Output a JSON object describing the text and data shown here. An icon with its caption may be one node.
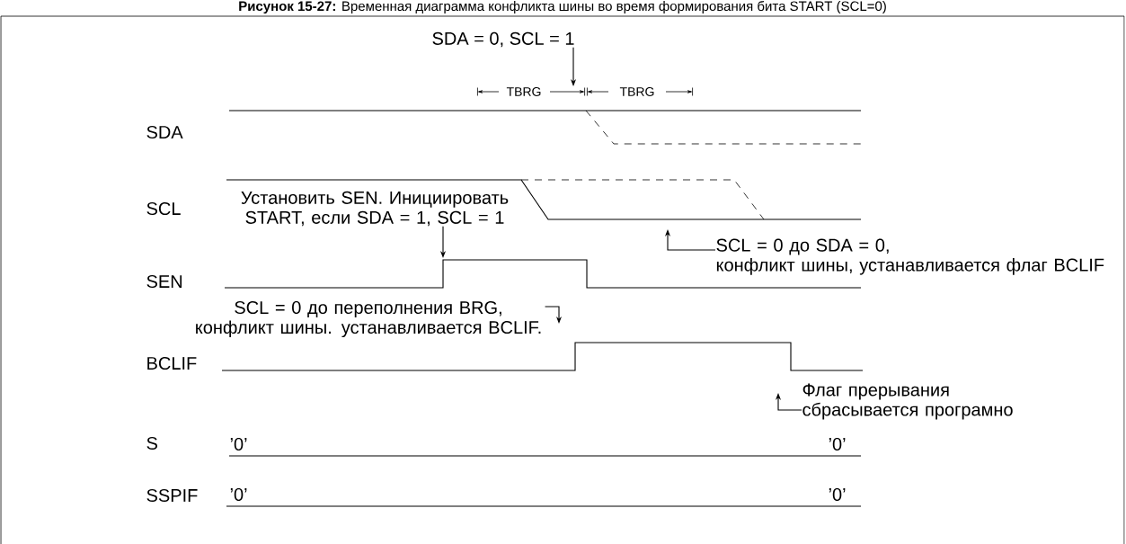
{
  "diagram": {
    "title": "**Рисунок 15-27:** Временная диаграмма конфликта шины во время формирования бита START (SCL=0)",
    "nodes": [
      {
        "text": [
          "SDA = 0, SCL = 1"
        ]
      },
      {
        "text": [
          "Установить SEN. Инициировать START, если SDA = 1, SCL = 1"
        ]
      },
      {
        "text": [
          "SCL = 0 до SDA = 0, конфликт шины, устанавливается флаг BCLIF"
        ]
      },
      {
        "text": [
          "SCL = 0 до переполнения BRG, конфликт шины. устанавливается BCLIF."
        ]
      },
      {
        "text": [
          "Флаг прерывания сбрасывается програмно"
        ]
      }
    ],
    "edges": [
      {
        "from": 0,
        "to": null,
        "arrow": "to"
      },
      {
        "from": 1,
        "to": null,
        "arrow": "to"
      },
      {
        "from": 2,
        "to": null,
        "arrow": "to"
      },
      {
        "from": 3,
        "to": null,
        "arrow": "to"
      },
      {
        "from": 4,
        "to": null,
        "arrow": "to"
      }
    ],
    "labels": [
      "TBRG",
      "TBRG",
      "SDA",
      "SCL",
      "SEN",
      "BCLIF",
      "S",
      "’0’",
      "’0’",
      "SSPIF",
      "’0’",
      "’0’"
    ]
  }
}
